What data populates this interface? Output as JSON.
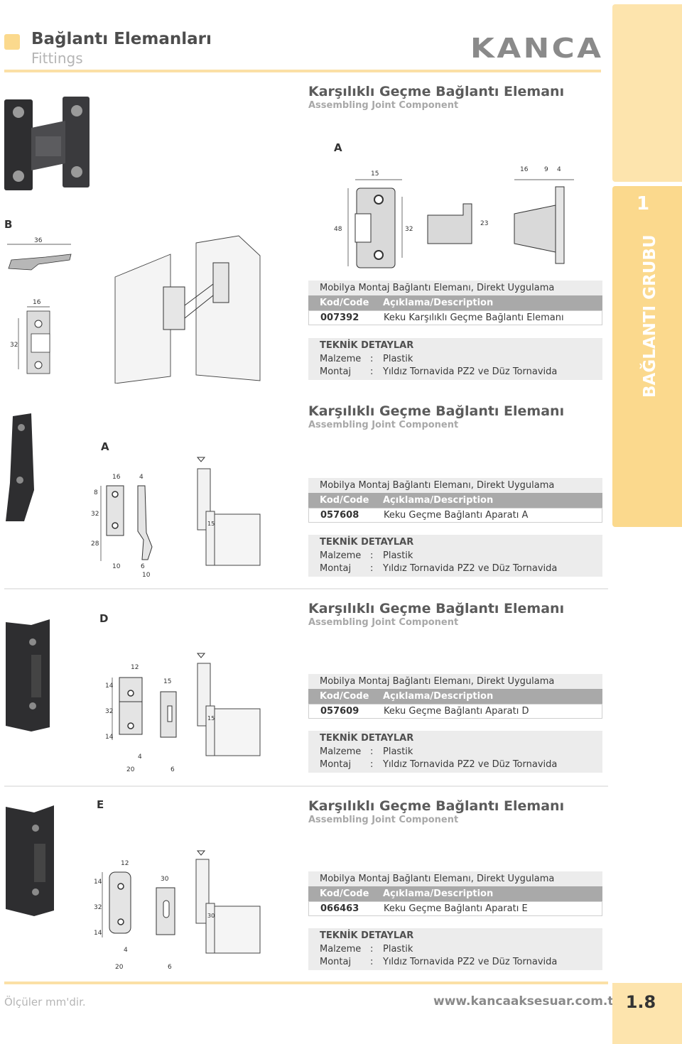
{
  "header": {
    "title": "Bağlantı Elemanları",
    "subtitle": "Fittings",
    "brand": "KANCA"
  },
  "side": {
    "number": "1",
    "group": "BAĞLANTI GRUBU",
    "page": "1.8"
  },
  "footer": {
    "note": "Ölçüler mm'dir.",
    "url": "www.kancaaksesuar.com.tr"
  },
  "labels": {
    "code_header": "Kod/Code",
    "desc_header": "Açıklama/Description",
    "tech": "TEKNİK DETAYLAR",
    "material_label": "Malzeme",
    "mount_label": "Montaj",
    "colon": ":"
  },
  "products": [
    {
      "letter": "A",
      "title": "Karşılıklı Geçme  Bağlantı Elemanı",
      "subtitle": "Assembling Joint Component",
      "usage": "Mobilya Montaj Bağlantı Elemanı, Direkt Uygulama",
      "code": "007392",
      "description": "Keku Karşılıklı Geçme Bağlantı Elemanı",
      "material": "Plastik",
      "mount": "Yıldız Tornavida PZ2 ve Düz Tornavida"
    },
    {
      "letter": "A",
      "title": "Karşılıklı Geçme  Bağlantı Elemanı",
      "subtitle": "Assembling Joint Component",
      "usage": "Mobilya Montaj Bağlantı Elemanı, Direkt Uygulama",
      "code": "057608",
      "description": "Keku Geçme Bağlantı Aparatı  A",
      "material": "Plastik",
      "mount": "Yıldız Tornavida PZ2 ve Düz Tornavida"
    },
    {
      "letter": "D",
      "title": "Karşılıklı Geçme  Bağlantı Elemanı",
      "subtitle": "Assembling Joint Component",
      "usage": "Mobilya Montaj Bağlantı Elemanı, Direkt Uygulama",
      "code": "057609",
      "description": "Keku Geçme Bağlantı  Aparatı D",
      "material": "Plastik",
      "mount": "Yıldız Tornavida PZ2 ve Düz Tornavida"
    },
    {
      "letter": "E",
      "title": "Karşılıklı Geçme  Bağlantı Elemanı",
      "subtitle": "Assembling Joint Component",
      "usage": "Mobilya Montaj Bağlantı Elemanı, Direkt Uygulama",
      "code": "066463",
      "description": "Keku Geçme Bağlantı  Aparatı E",
      "material": "Plastik",
      "mount": "Yıldız Tornavida PZ2 ve Düz Tornavida"
    }
  ],
  "letter_b": "B",
  "dims": {
    "p1_top": [
      "15",
      "16",
      "9",
      "4"
    ],
    "p1_side": [
      "48",
      "32",
      "23"
    ],
    "p1_b": [
      "36",
      "16",
      "32"
    ],
    "p2": [
      "16",
      "4",
      "8",
      "32",
      "28",
      "10",
      "6",
      "10",
      "15"
    ],
    "p3": [
      "12",
      "15",
      "14",
      "32",
      "14",
      "4",
      "20",
      "6",
      "15"
    ],
    "p4": [
      "12",
      "30",
      "14",
      "32",
      "14",
      "4",
      "20",
      "6",
      "30"
    ]
  }
}
